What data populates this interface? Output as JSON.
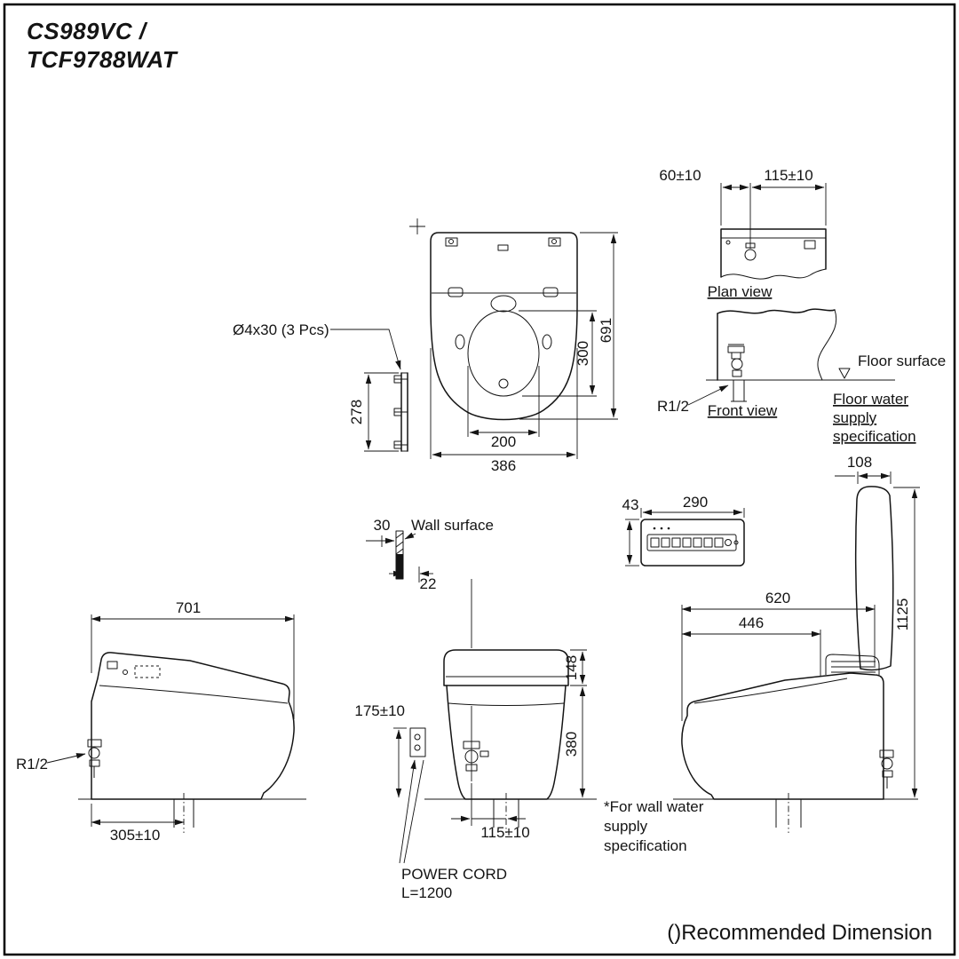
{
  "title": {
    "line1": "CS989VC /",
    "line2": "TCF9788WAT"
  },
  "plan_top": {
    "bolt_callout": "Ø4x30 (3 Pcs)",
    "dim_bracket_height": "278",
    "dim_overall_length": "691",
    "dim_seat_opening_length": "300",
    "dim_seat_opening_width": "200",
    "dim_overall_width": "386"
  },
  "plan_view_detail": {
    "label": "Plan view",
    "dim_inlet_offset": "60±10",
    "dim_inlet_spacing": "115±10"
  },
  "front_view_detail": {
    "label": "Front view",
    "floor_surface_label": "Floor surface",
    "connection_size": "R1/2",
    "note_line1": "Floor water",
    "note_line2": "supply",
    "note_line3": "specification"
  },
  "remote_control": {
    "dim_height": "43",
    "dim_width": "290"
  },
  "wall_section": {
    "label": "Wall surface",
    "dim_thickness": "30",
    "dim_gap": "22"
  },
  "side_view_left": {
    "dim_depth": "701",
    "connection_size": "R1/2",
    "dim_outlet_from_wall": "305±10"
  },
  "front_view_main": {
    "dim_cord_height": "175±10",
    "dim_lid_height": "148",
    "dim_body_height": "380",
    "dim_supply_offset": "115±10",
    "power_cord_line1": "POWER CORD",
    "power_cord_line2": "L=1200"
  },
  "side_view_right": {
    "dim_depth_with_lid": "620",
    "dim_seat_depth": "446",
    "dim_lid_top": "108",
    "dim_open_lid_height": "1125",
    "note_line1": "*For wall water",
    "note_line2": "supply",
    "note_line3": "specification"
  },
  "footer": {
    "note": "()Recommended Dimension"
  }
}
